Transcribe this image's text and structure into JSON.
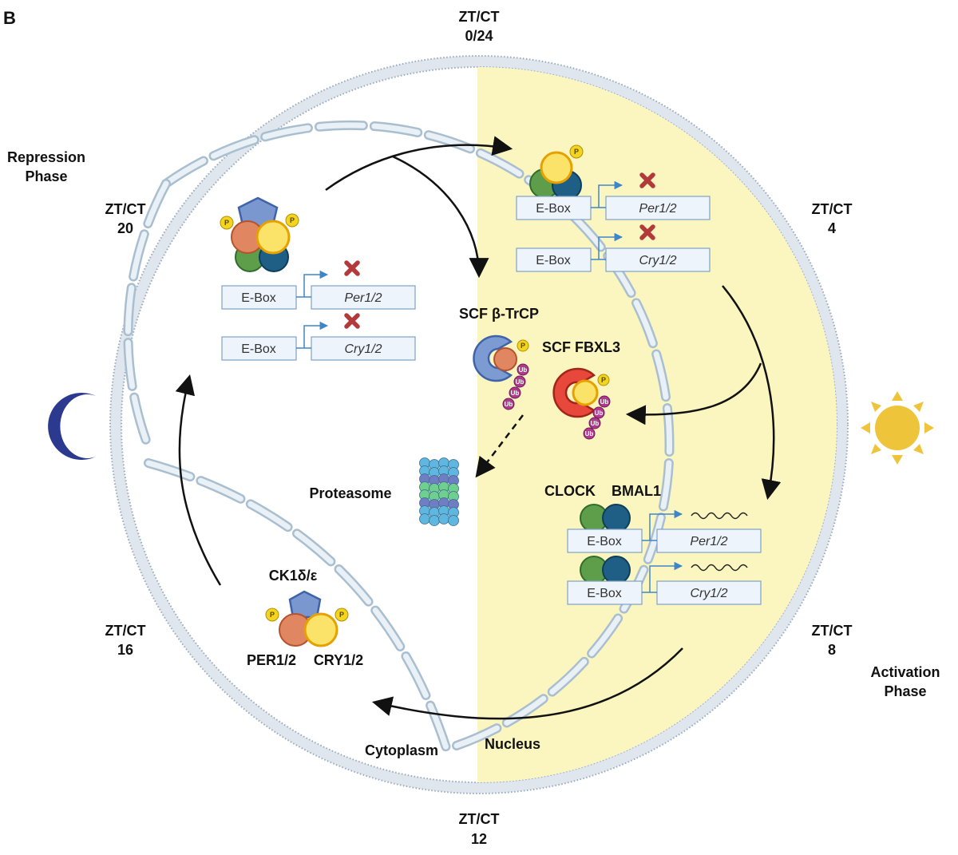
{
  "panel_letter": "B",
  "timepoints": {
    "zt0": {
      "line1": "ZT/CT",
      "line2": "0/24"
    },
    "zt4": {
      "line1": "ZT/CT",
      "line2": "4"
    },
    "zt8": {
      "line1": "ZT/CT",
      "line2": "8"
    },
    "zt12": {
      "line1": "ZT/CT",
      "line2": "12"
    },
    "zt16": {
      "line1": "ZT/CT",
      "line2": "16"
    },
    "zt20": {
      "line1": "ZT/CT",
      "line2": "20"
    }
  },
  "phases": {
    "repression": {
      "line1": "Repression",
      "line2": "Phase"
    },
    "activation": {
      "line1": "Activation",
      "line2": "Phase"
    }
  },
  "compartments": {
    "cytoplasm": "Cytoplasm",
    "nucleus": "Nucleus"
  },
  "proteins": {
    "clock": "CLOCK",
    "bmal1": "BMAL1",
    "ck1": "CK1δ/ε",
    "per": "PER1/2",
    "cry": "CRY1/2",
    "scf_btrcp": "SCF β-TrCP",
    "scf_fbxl3": "SCF FBXL3",
    "proteasome": "Proteasome"
  },
  "elements": {
    "ebox": "E-Box",
    "per_gene": "Per1/2",
    "cry_gene": "Cry1/2"
  },
  "marks": {
    "phospho": "P",
    "ubiquitin": "Ub"
  },
  "icons": {
    "night": "moon-icon",
    "day": "sun-icon"
  },
  "colors": {
    "nucleus_day": "#fbf6c0",
    "membrane": "#c9d3de",
    "clock_green": "#5e9e4a",
    "bmal1_blue": "#1f5f85",
    "per_orange": "#e08660",
    "cry_yellow": "#fbe36a",
    "ck1_purple": "#7b97d0",
    "repress_x": "#b23a3a",
    "moon": "#2b3a8f",
    "sun": "#eec43a",
    "btrcp_blue": "#7d9bd3",
    "fbxl3_red": "#e8473c",
    "ub_magenta": "#b0388d"
  }
}
